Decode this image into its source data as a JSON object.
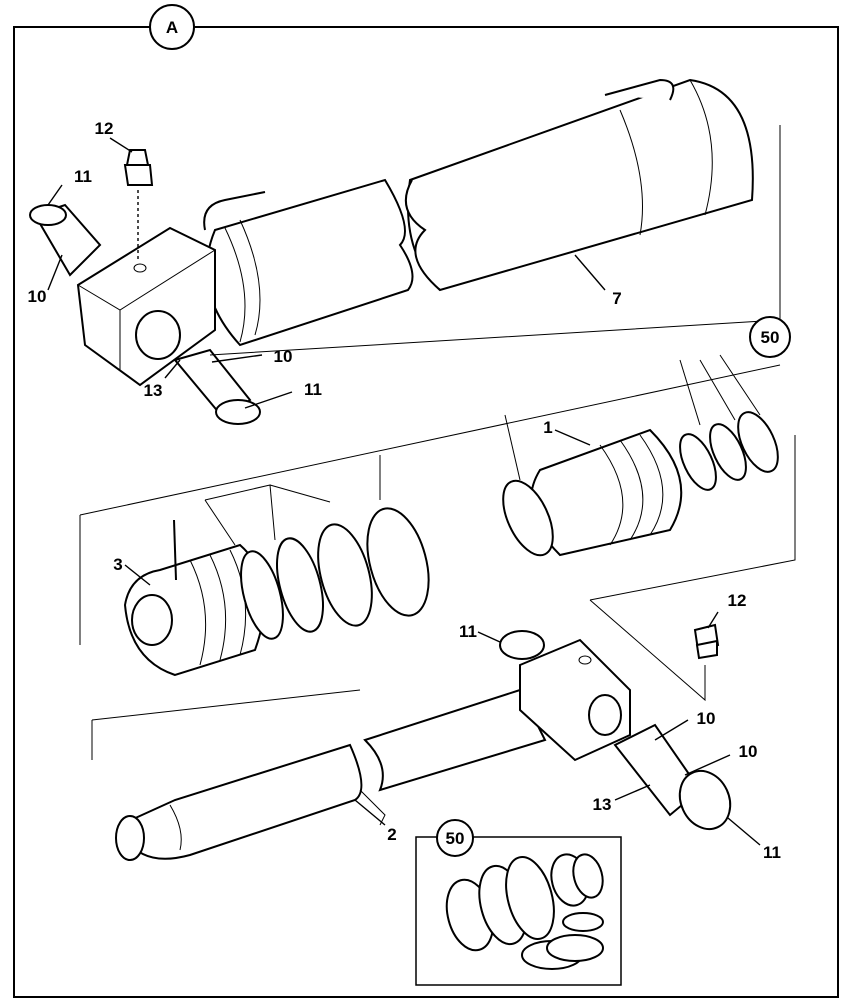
{
  "view_label": "A",
  "callouts": [
    {
      "id": "c-12-top",
      "text": "12"
    },
    {
      "id": "c-11-left",
      "text": "11"
    },
    {
      "id": "c-10-left",
      "text": "10"
    },
    {
      "id": "c-10-mid",
      "text": "10"
    },
    {
      "id": "c-11-mid",
      "text": "11"
    },
    {
      "id": "c-13-mid",
      "text": "13"
    },
    {
      "id": "c-7",
      "text": "7"
    },
    {
      "id": "c-1",
      "text": "1"
    },
    {
      "id": "c-3",
      "text": "3"
    },
    {
      "id": "c-12-bot",
      "text": "12"
    },
    {
      "id": "c-11-bot-left",
      "text": "11"
    },
    {
      "id": "c-10-bot-a",
      "text": "10"
    },
    {
      "id": "c-10-bot-b",
      "text": "10"
    },
    {
      "id": "c-13-bot",
      "text": "13"
    },
    {
      "id": "c-11-bot",
      "text": "11"
    },
    {
      "id": "c-2",
      "text": "2"
    }
  ],
  "kit_label": "50",
  "kit_inset_label": "50"
}
